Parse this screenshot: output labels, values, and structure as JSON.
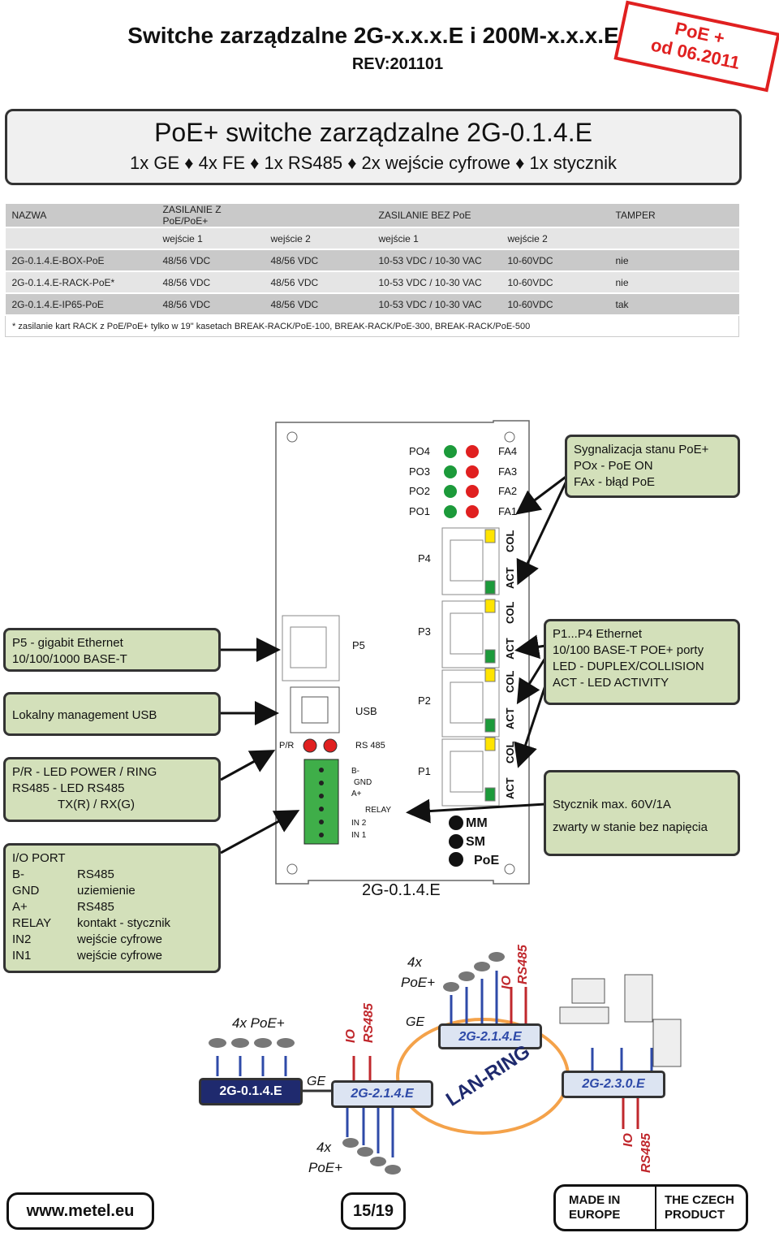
{
  "header": {
    "title": "Switche zarządzalne 2G-x.x.x.E i 200M-x.x.x.E",
    "rev": "REV:201101",
    "stamp_l1": "PoE +",
    "stamp_l2": "od 06.2011"
  },
  "banner": {
    "line1": "PoE+ switche zarządzalne 2G-0.1.4.E",
    "line2": "1x GE ♦ 4x FE ♦ 1x RS485 ♦ 2x wejście cyfrowe ♦ 1x stycznik"
  },
  "table": {
    "headers": [
      "NAZWA",
      "ZASILANIE Z PoE/PoE+",
      "",
      "ZASILANIE BEZ PoE",
      "",
      "TAMPER"
    ],
    "subheaders": [
      "",
      "wejście 1",
      "wejście 2",
      "wejście 1",
      "wejście 2",
      ""
    ],
    "rows": [
      [
        "2G-0.1.4.E-BOX-PoE",
        "48/56 VDC",
        "48/56 VDC",
        "10-53 VDC / 10-30 VAC",
        "10-60VDC",
        "nie"
      ],
      [
        "2G-0.1.4.E-RACK-PoE*",
        "48/56 VDC",
        "48/56 VDC",
        "10-53 VDC / 10-30 VAC",
        "10-60VDC",
        "nie"
      ],
      [
        "2G-0.1.4.E-IP65-PoE",
        "48/56 VDC",
        "48/56 VDC",
        "10-53 VDC / 10-30 VAC",
        "10-60VDC",
        "tak"
      ]
    ],
    "note": "* zasilanie kart RACK z PoE/PoE+ tylko w 19\" kasetach BREAK-RACK/PoE-100, BREAK-RACK/PoE-300, BREAK-RACK/PoE-500"
  },
  "device": {
    "po": [
      "PO4",
      "PO3",
      "PO2",
      "PO1"
    ],
    "fa": [
      "FA4",
      "FA3",
      "FA2",
      "FA1"
    ],
    "ports": [
      "P4",
      "P3",
      "P2",
      "P1"
    ],
    "p5": "P5",
    "usb": "USB",
    "pr": "P/R",
    "rs485": "RS 485",
    "io": [
      "B-",
      "GND",
      "A+",
      "RELAY",
      "IN 2",
      "IN 1"
    ],
    "col": "COL",
    "act": "ACT",
    "mm": "MM",
    "sm": "SM",
    "poe": "PoE",
    "model": "2G-0.1.4.E"
  },
  "callouts": {
    "poe_status": [
      "Sygnalizacja stanu PoE+",
      "POx - PoE ON",
      "FAx - błąd PoE"
    ],
    "p5": [
      "P5 - gigabit Ethernet",
      "10/100/1000 BASE-T"
    ],
    "usb": "Lokalny management USB",
    "ethernet": [
      "P1...P4 Ethernet",
      "10/100 BASE-T POE+ porty",
      "LED - DUPLEX/COLLISION",
      "ACT - LED ACTIVITY"
    ],
    "led": [
      "P/R - LED POWER / RING",
      "RS485 - LED RS485",
      "TX(R) / RX(G)"
    ],
    "relay": [
      "Stycznik max. 60V/1A",
      "zwarty w stanie bez napięcia"
    ],
    "io_title": "I/O PORT",
    "io_rows": [
      [
        "B-",
        "RS485"
      ],
      [
        "GND",
        "uziemienie"
      ],
      [
        "A+",
        "RS485"
      ],
      [
        "RELAY",
        "kontakt - stycznik"
      ],
      [
        "IN2",
        "wejście cyfrowe"
      ],
      [
        "IN1",
        "wejście cyfrowe"
      ]
    ]
  },
  "network": {
    "n1": "2G-0.1.4.E",
    "n2": "2G-2.1.4.E",
    "n3": "2G-2.1.4.E",
    "n4": "2G-2.3.0.E",
    "poe4": "4x PoE+",
    "x4": "4x",
    "poeplus": "PoE+",
    "ge": "GE",
    "ring": "LAN-RING",
    "io": "IO",
    "rs485": "RS485"
  },
  "footer": {
    "url": "www.metel.eu",
    "page": "15/19",
    "badge1_l1": "MADE IN",
    "badge1_l2": "EUROPE",
    "badge2_l1": "THE CZECH",
    "badge2_l2": "PRODUCT"
  },
  "colors": {
    "navy": "#1f2a6e",
    "red": "#c0282d",
    "green": "#d3e0ba",
    "orange": "#f4a24a",
    "blue": "#2e4aa8"
  }
}
